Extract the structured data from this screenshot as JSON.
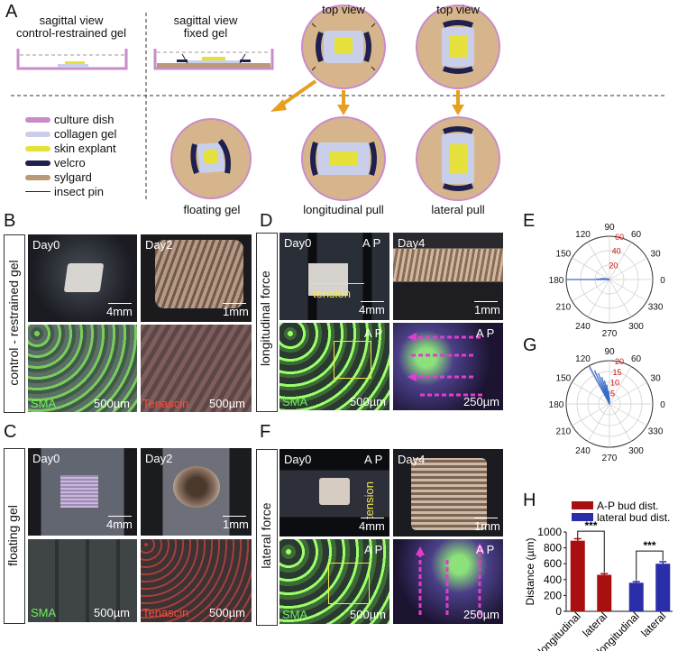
{
  "panels": {
    "A": {
      "letter": "A",
      "sagittal_control": [
        "sagittal view",
        "control-restrained gel"
      ],
      "sagittal_fixed": [
        "sagittal view",
        "fixed gel"
      ],
      "top_view_1": "top view",
      "top_view_2": "top view",
      "floating": "floating gel",
      "longitudinal": "longitudinal pull",
      "lateral": "lateral pull",
      "legend": [
        {
          "label": "culture dish",
          "color": "#c98cc9"
        },
        {
          "label": "collagen gel",
          "color": "#c9cfe8"
        },
        {
          "label": "skin explant",
          "color": "#e6e03a"
        },
        {
          "label": "velcro",
          "color": "#1f2050"
        },
        {
          "label": "sylgard",
          "color": "#b89a78"
        },
        {
          "label": "insect pin",
          "color": "#222222"
        }
      ]
    },
    "B": {
      "letter": "B",
      "side_label": "control - restrained gel",
      "day0": "Day0",
      "day2": "Day2",
      "scale_4mm": "4mm",
      "scale_1mm": "1mm",
      "sma": "SMA",
      "tenascin": "Tenascin",
      "scale_500a": "500µm",
      "scale_500b": "500µm"
    },
    "C": {
      "letter": "C",
      "side_label": "floating gel",
      "day0": "Day0",
      "day2": "Day2",
      "scale_4mm": "4mm",
      "scale_1mm": "1mm",
      "sma": "SMA",
      "tenascin": "Tenascin",
      "scale_500a": "500µm",
      "scale_500b": "500µm"
    },
    "D": {
      "letter": "D",
      "side_label": "longitudinal force",
      "day0": "Day0",
      "day4": "Day4",
      "ap": "A  P",
      "ap2": "A  P",
      "ap3": "A  P",
      "tension": "tension",
      "scale_4mm": "4mm",
      "scale_1mm": "1mm",
      "sma": "SMA",
      "scale_500": "500µm",
      "scale_250": "250µm"
    },
    "F": {
      "letter": "F",
      "side_label": "lateral force",
      "day0": "Day0",
      "day4": "Day4",
      "ap": "A  P",
      "ap2": "A  P",
      "ap3": "A  P",
      "tension": "tension",
      "scale_4mm": "4mm",
      "scale_1mm": "1mm",
      "sma": "SMA",
      "scale_500": "500µm",
      "scale_250": "250µm"
    },
    "E": {
      "letter": "E",
      "angle_labels": [
        "90",
        "60",
        "30",
        "0",
        "330",
        "300",
        "270",
        "240",
        "210",
        "180",
        "150",
        "120"
      ],
      "radial_labels": [
        "20",
        "40",
        "60"
      ]
    },
    "G": {
      "letter": "G",
      "angle_labels": [
        "90",
        "60",
        "30",
        "0",
        "330",
        "300",
        "270",
        "240",
        "210",
        "180",
        "150",
        "120"
      ],
      "radial_labels": [
        "5",
        "10",
        "15",
        "20"
      ]
    },
    "H": {
      "letter": "H",
      "sig1": "***",
      "sig2": "***"
    }
  },
  "chart_data": [
    {
      "type": "polar",
      "panel": "E",
      "angle_ticks": [
        0,
        30,
        60,
        90,
        120,
        150,
        180,
        210,
        240,
        270,
        300,
        330
      ],
      "radial_ticks": [
        20,
        40,
        60
      ],
      "series": [
        {
          "angles": [
            180,
            178,
            176,
            174,
            172,
            170,
            168
          ],
          "values": [
            60,
            18,
            14,
            12,
            10,
            8,
            5
          ]
        }
      ]
    },
    {
      "type": "polar",
      "panel": "G",
      "angle_ticks": [
        0,
        30,
        60,
        90,
        120,
        150,
        180,
        210,
        240,
        270,
        300,
        330
      ],
      "radial_ticks": [
        5,
        10,
        15,
        20
      ],
      "series": [
        {
          "angles": [
            118,
            114,
            110,
            106,
            102,
            98,
            94,
            90
          ],
          "values": [
            20,
            17,
            15,
            13,
            11,
            9,
            6,
            3
          ]
        }
      ]
    },
    {
      "type": "bar",
      "panel": "H",
      "ylabel": "Distance (µm)",
      "ylim": [
        0,
        1000
      ],
      "yticks": [
        0,
        200,
        400,
        600,
        800,
        1000
      ],
      "categories": [
        "longitudinal",
        "lateral",
        "longitudinal",
        "lateral"
      ],
      "legend": [
        "A-P bud dist.",
        "lateral bud dist."
      ],
      "series": [
        {
          "name": "A-P bud dist.",
          "color": "#a80f0f",
          "indices": [
            0,
            1
          ],
          "values": [
            890,
            460
          ],
          "errors": [
            25,
            15
          ]
        },
        {
          "name": "lateral bud dist.",
          "color": "#2a2ea8",
          "indices": [
            2,
            3
          ],
          "values": [
            360,
            600
          ],
          "errors": [
            15,
            25
          ]
        }
      ]
    }
  ]
}
